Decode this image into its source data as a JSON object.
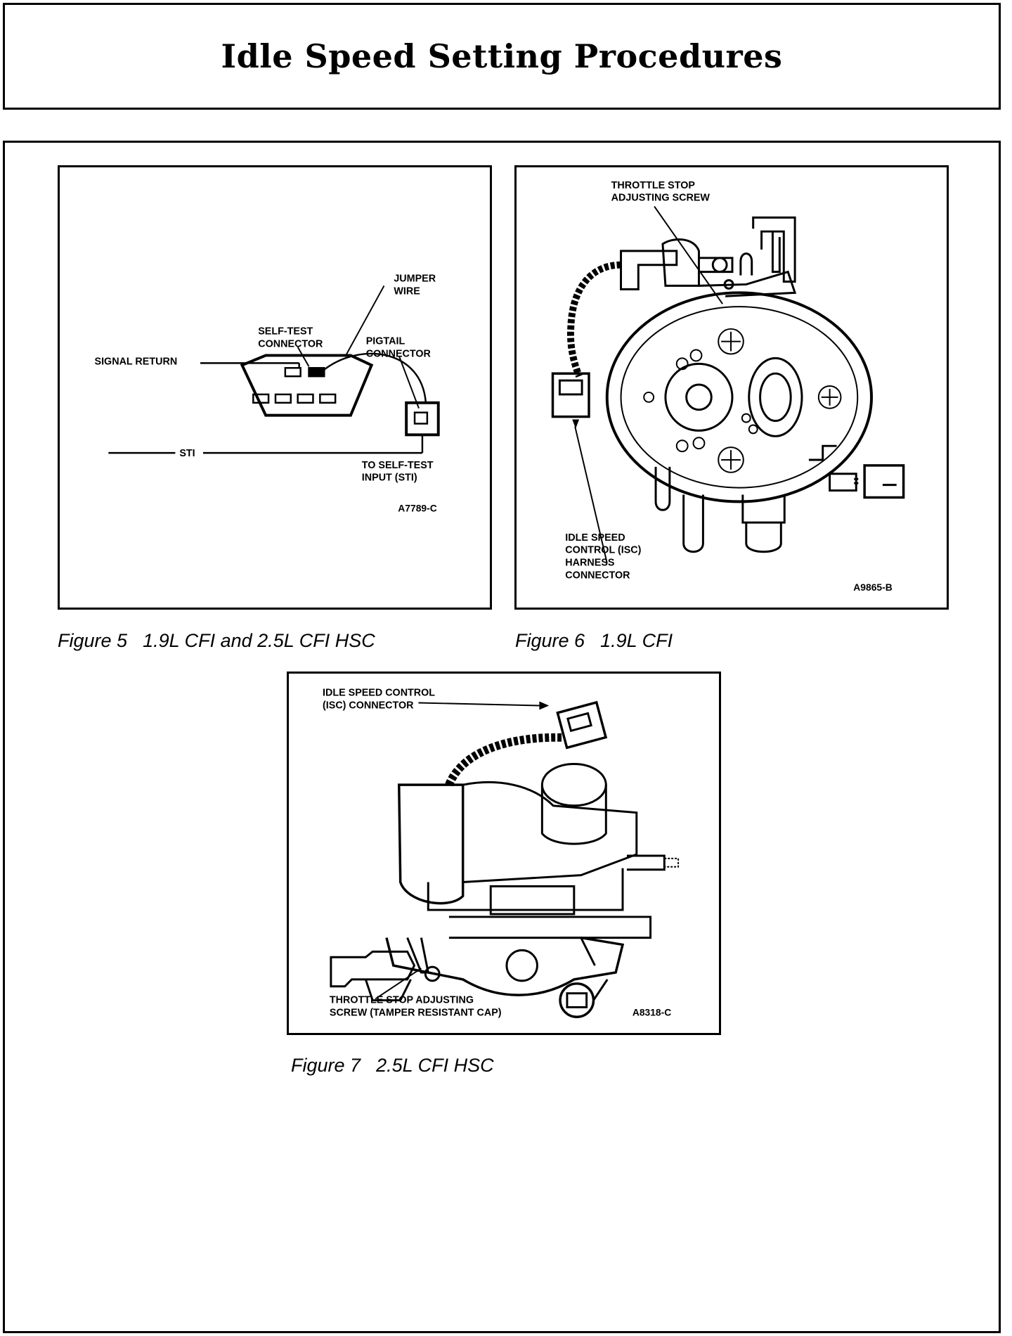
{
  "page": {
    "title": "Idle Speed Setting Procedures"
  },
  "figure5": {
    "caption_number": "Figure 5",
    "caption_text": "1.9L CFI and 2.5L CFI HSC",
    "labels": {
      "jumper_wire_1": "JUMPER",
      "jumper_wire_2": "WIRE",
      "self_test_1": "SELF-TEST",
      "self_test_2": "CONNECTOR",
      "pigtail_1": "PIGTAIL",
      "pigtail_2": "CONNECTOR",
      "signal_return": "SIGNAL RETURN",
      "sti": "STI",
      "to_self_test_1": "TO SELF-TEST",
      "to_self_test_2": "INPUT (STI)",
      "code": "A7789-C"
    }
  },
  "figure6": {
    "caption_number": "Figure 6",
    "caption_text": "1.9L CFI",
    "labels": {
      "throttle_1": "THROTTLE STOP",
      "throttle_2": "ADJUSTING SCREW",
      "isc_1": "IDLE SPEED",
      "isc_2": "CONTROL (ISC)",
      "isc_3": "HARNESS",
      "isc_4": "CONNECTOR",
      "code": "A9865-B"
    }
  },
  "figure7": {
    "caption_number": "Figure 7",
    "caption_text": "2.5L CFI HSC",
    "labels": {
      "isc_1": "IDLE SPEED CONTROL",
      "isc_2": "(ISC) CONNECTOR",
      "throttle_1": "THROTTLE STOP ADJUSTING",
      "throttle_2": "SCREW (TAMPER RESISTANT CAP)",
      "code": "A8318-C"
    }
  }
}
